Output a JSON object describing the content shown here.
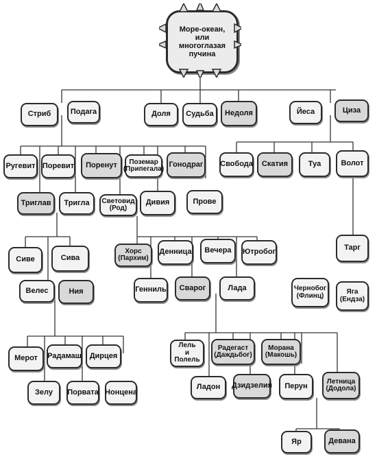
{
  "root": {
    "label": "Море-океан,\nили\nмногоглазая\nпучина"
  },
  "nodes": {
    "strib": "Стриб",
    "podaga": "Подага",
    "dolya": "Доля",
    "sudba": "Судьба",
    "nedolya": "Недоля",
    "yesa": "Йеса",
    "tsiza": "Циза",
    "rugevit": "Ругевит",
    "porevit": "Поревит",
    "porenut": "Поренут",
    "pozemar": "Поземар\n(Припегала)",
    "gonodrag": "Гонодраг",
    "svoba": "Свобода",
    "skatiya": "Скатия",
    "tua": "Туа",
    "volot": "Волот",
    "triglav": "Триглав",
    "trigla": "Тригла",
    "svetovid": "Световид\n(Род)",
    "diviya": "Дивия",
    "prove": "Прове",
    "sive": "Сиве",
    "siva": "Сива",
    "khors": "Хорс\n(Пархим)",
    "dennitsa": "Денница",
    "vechera": "Вечера",
    "yutrobog": "Ютробог",
    "targ": "Тарг",
    "veles": "Велес",
    "niya": "Ния",
    "gennil": "Генниль",
    "svarog": "Сварог",
    "lada": "Лада",
    "chernobog": "Чернобог\n(Флинц)",
    "yaga": "Яга\n(Ендза)",
    "merot": "Мерот",
    "radamash": "Радамаш",
    "dirtseya": "Дирцея",
    "lel": "Лель\nи Полель",
    "radegast": "Радегаст\n(Даждьбог)",
    "morana": "Морана\n(Макошь)",
    "zelu": "Зелу",
    "porvata": "Порвата",
    "nontsena": "Нонцена",
    "ladon": "Ладон",
    "dzidzeliya": "Дзидзелия",
    "perun": "Перун",
    "letnitsa": "Летница\n(Додола)",
    "yar": "Яр",
    "devana": "Девана"
  }
}
